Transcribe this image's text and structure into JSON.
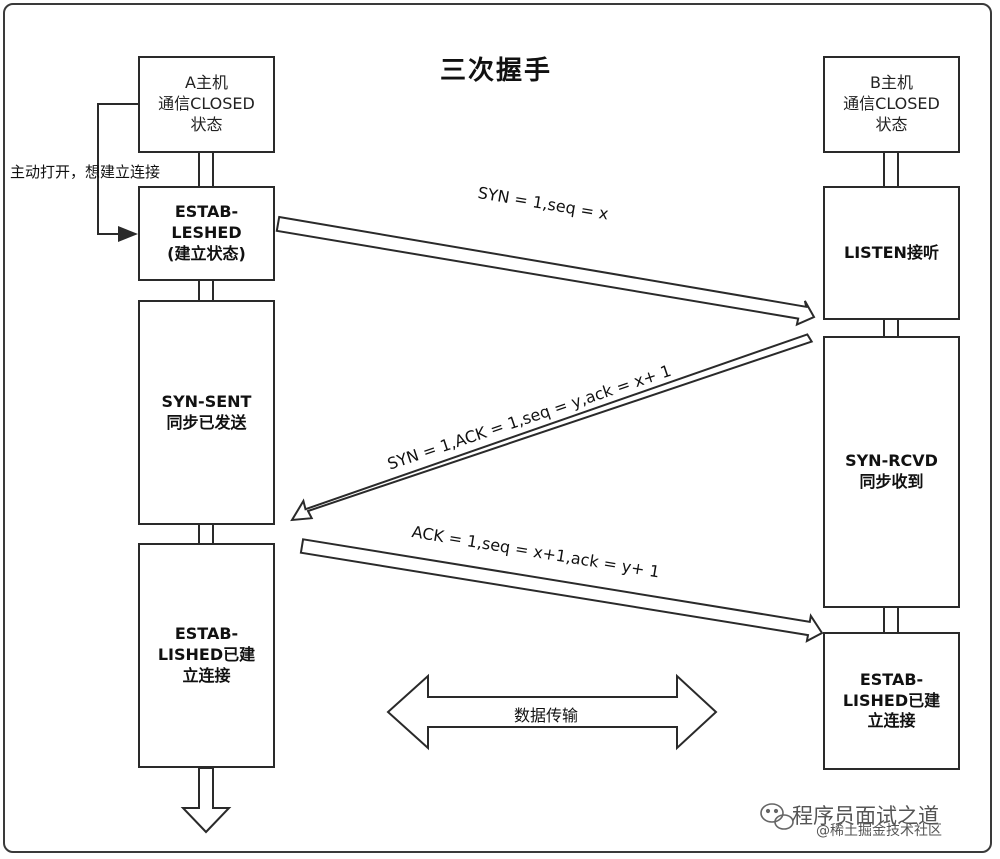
{
  "title": "三次握手",
  "host_a": {
    "line1": "A主机",
    "line2": "通信CLOSED",
    "line3": "状态"
  },
  "host_b": {
    "line1": "B主机",
    "line2": "通信CLOSED",
    "line3": "状态"
  },
  "active_open_label": "主动打开，想建立连接",
  "a_states": {
    "established_init": {
      "line1": "ESTAB-",
      "line2": "LESHED",
      "line3": "(建立状态)"
    },
    "syn_sent": {
      "line1": "SYN-SENT",
      "line2": "同步已发送"
    },
    "established": {
      "line1": "ESTAB-",
      "line2": "LISHED已建",
      "line3": "立连接"
    }
  },
  "b_states": {
    "listen": {
      "line1": "LISTEN接听"
    },
    "syn_rcvd": {
      "line1": "SYN-RCVD",
      "line2": "同步收到"
    },
    "established": {
      "line1": "ESTAB-",
      "line2": "LISHED已建",
      "line3": "立连接"
    }
  },
  "messages": {
    "syn": "SYN = 1,seq = x",
    "syn_ack": "SYN = 1,ACK = 1,seq = y,ack = x+ 1",
    "ack": "ACK = 1,seq = x+1,ack = y+ 1"
  },
  "data_transfer_label": "数据传输",
  "watermark": {
    "primary": "程序员面试之道",
    "secondary": "@稀土掘金技术社区"
  }
}
